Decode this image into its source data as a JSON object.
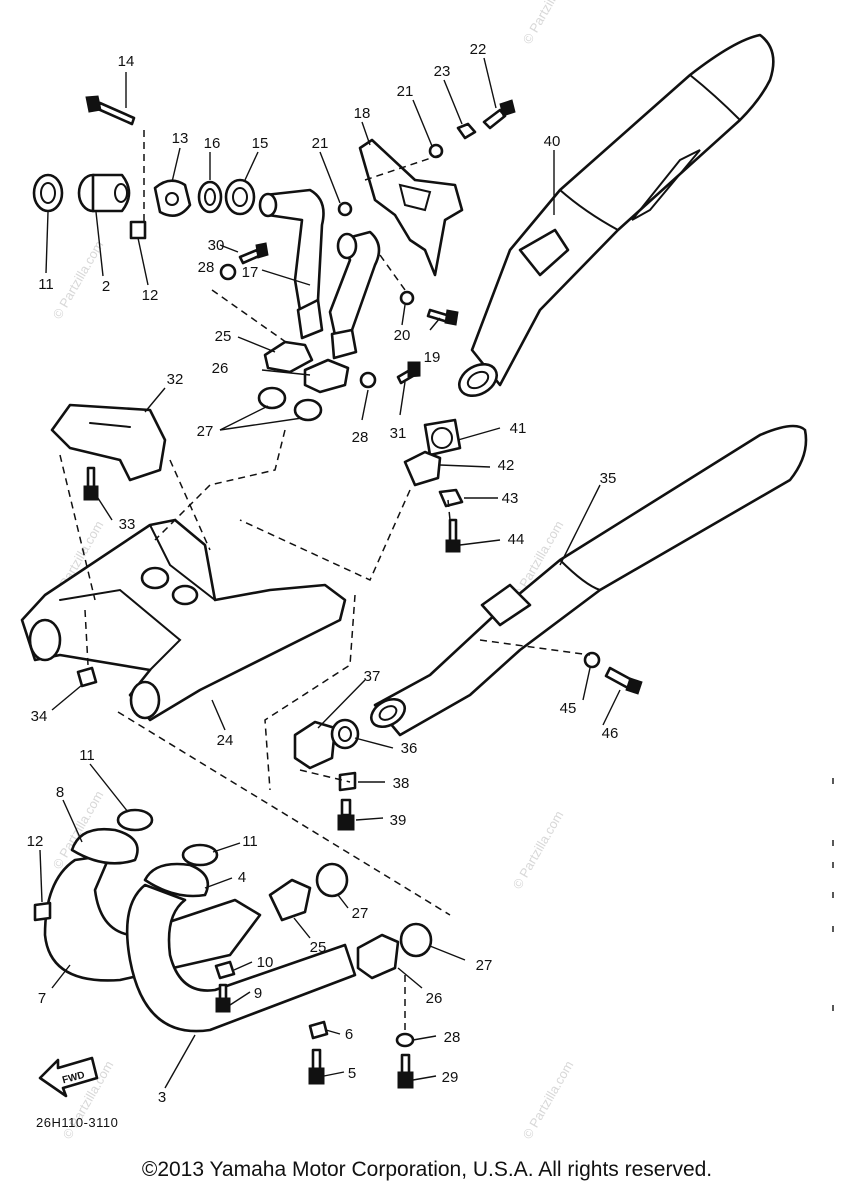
{
  "diagram": {
    "drawing_code": "26H110-3110",
    "fwd_label": "FWD",
    "watermark": "© Partzilla.com",
    "callouts": [
      "14",
      "13",
      "16",
      "15",
      "21",
      "18",
      "21",
      "23",
      "22",
      "40",
      "11",
      "2",
      "12",
      "30",
      "28",
      "17",
      "20",
      "19",
      "25",
      "26",
      "28",
      "31",
      "41",
      "32",
      "27",
      "42",
      "43",
      "35",
      "33",
      "44",
      "34",
      "24",
      "37",
      "36",
      "45",
      "46",
      "38",
      "39",
      "11",
      "8",
      "11",
      "12",
      "4",
      "27",
      "10",
      "25",
      "9",
      "27",
      "26",
      "7",
      "6",
      "28",
      "5",
      "29",
      "3"
    ]
  },
  "footer": {
    "copyright": "©2013 Yamaha Motor Corporation, U.S.A. All rights reserved."
  }
}
